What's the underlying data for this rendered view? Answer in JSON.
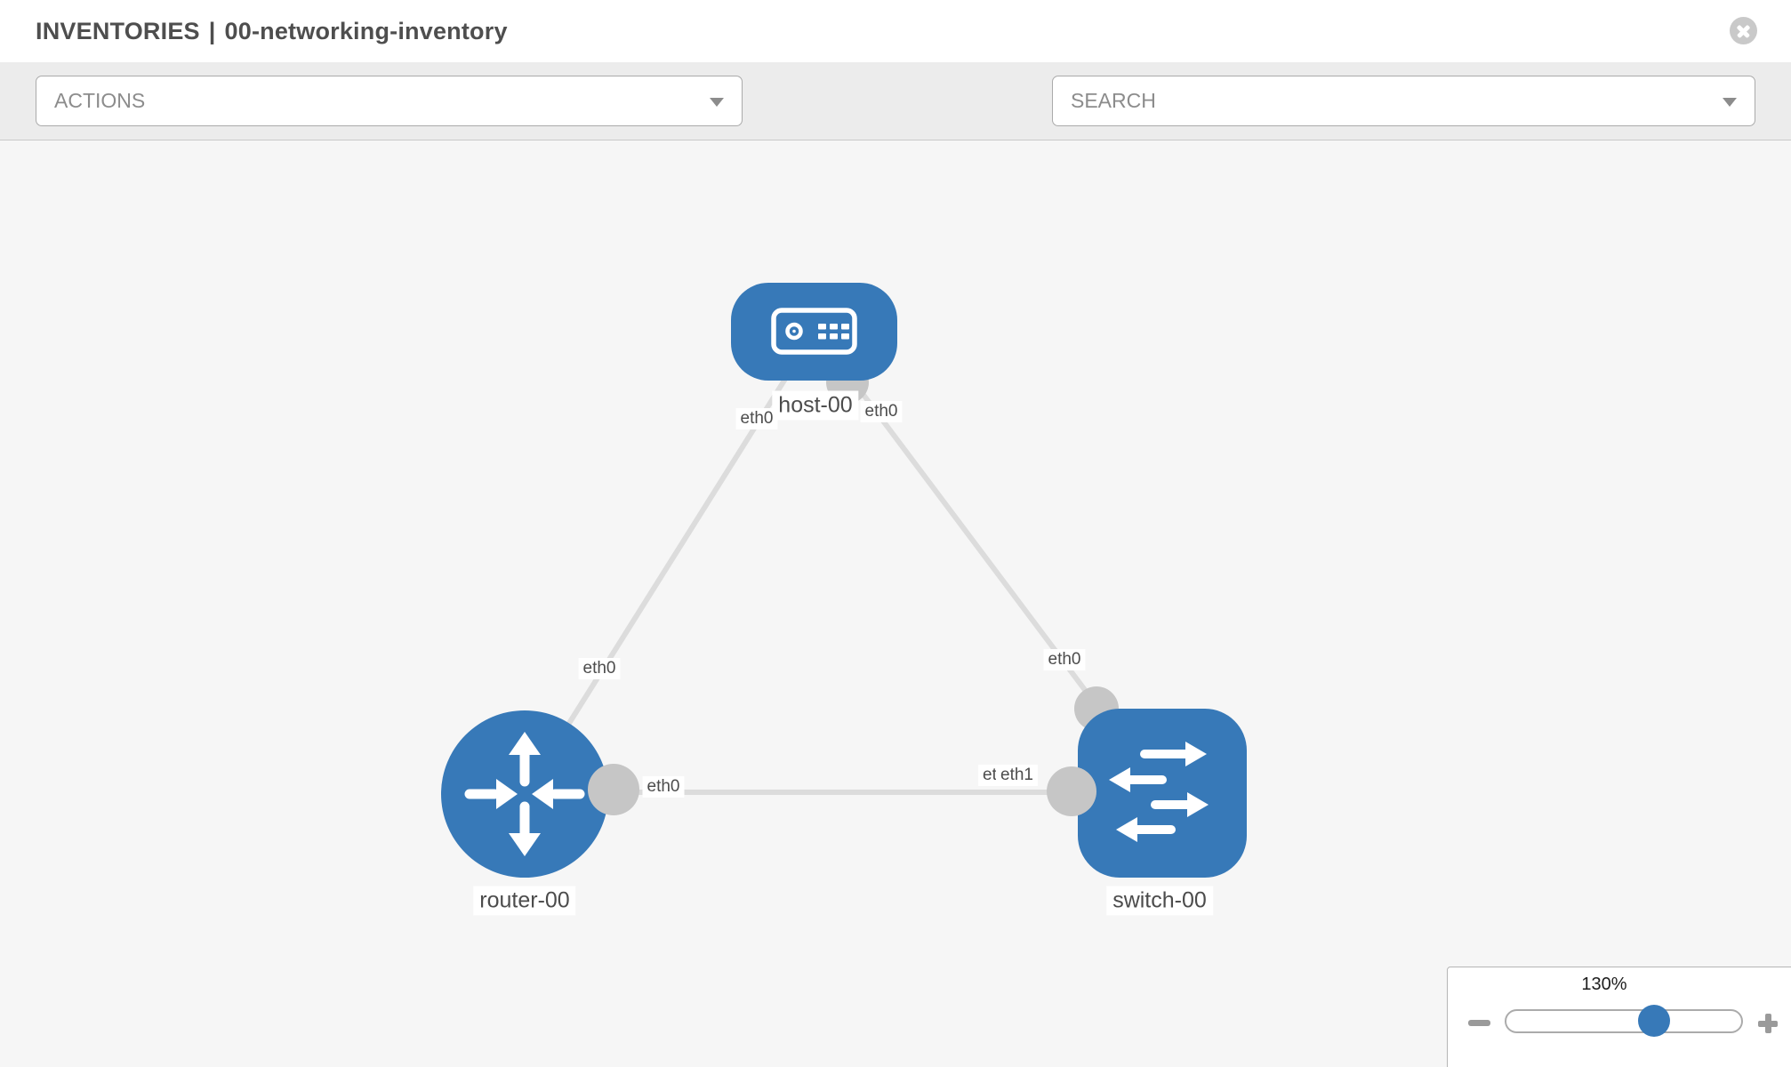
{
  "header": {
    "title_section": "INVENTORIES",
    "title_divider": "|",
    "inventory_name": "00-networking-inventory"
  },
  "toolbar": {
    "actions_label": "ACTIONS",
    "search_label": "SEARCH",
    "icons": [
      "wrench-icon",
      "key-icon"
    ]
  },
  "topology": {
    "nodes": [
      {
        "id": "host-00",
        "label": "host-00",
        "type": "host"
      },
      {
        "id": "router-00",
        "label": "router-00",
        "type": "router"
      },
      {
        "id": "switch-00",
        "label": "switch-00",
        "type": "switch"
      }
    ],
    "interface_labels": {
      "host_left": "eth0",
      "host_right": "eth0",
      "router_top": "eth0",
      "switch_top": "eth0",
      "router_bottom": "eth0",
      "switch_bottom_back": "eth0",
      "switch_bottom_front": "eth1"
    },
    "links": [
      {
        "from": "host-00",
        "to": "router-00",
        "from_if": "eth0",
        "to_if": "eth0"
      },
      {
        "from": "host-00",
        "to": "switch-00",
        "from_if": "eth0",
        "to_if": "eth0"
      },
      {
        "from": "router-00",
        "to": "switch-00",
        "from_if": "eth0",
        "to_if": "eth1"
      }
    ]
  },
  "zoom_control": {
    "percent": "130%"
  },
  "colors": {
    "node_blue": "#3779b8",
    "interface_gray": "#c6c6c6",
    "link_gray": "#dcdcdc",
    "canvas_bg": "#f6f6f6",
    "toolbar_bg": "#ececec"
  }
}
